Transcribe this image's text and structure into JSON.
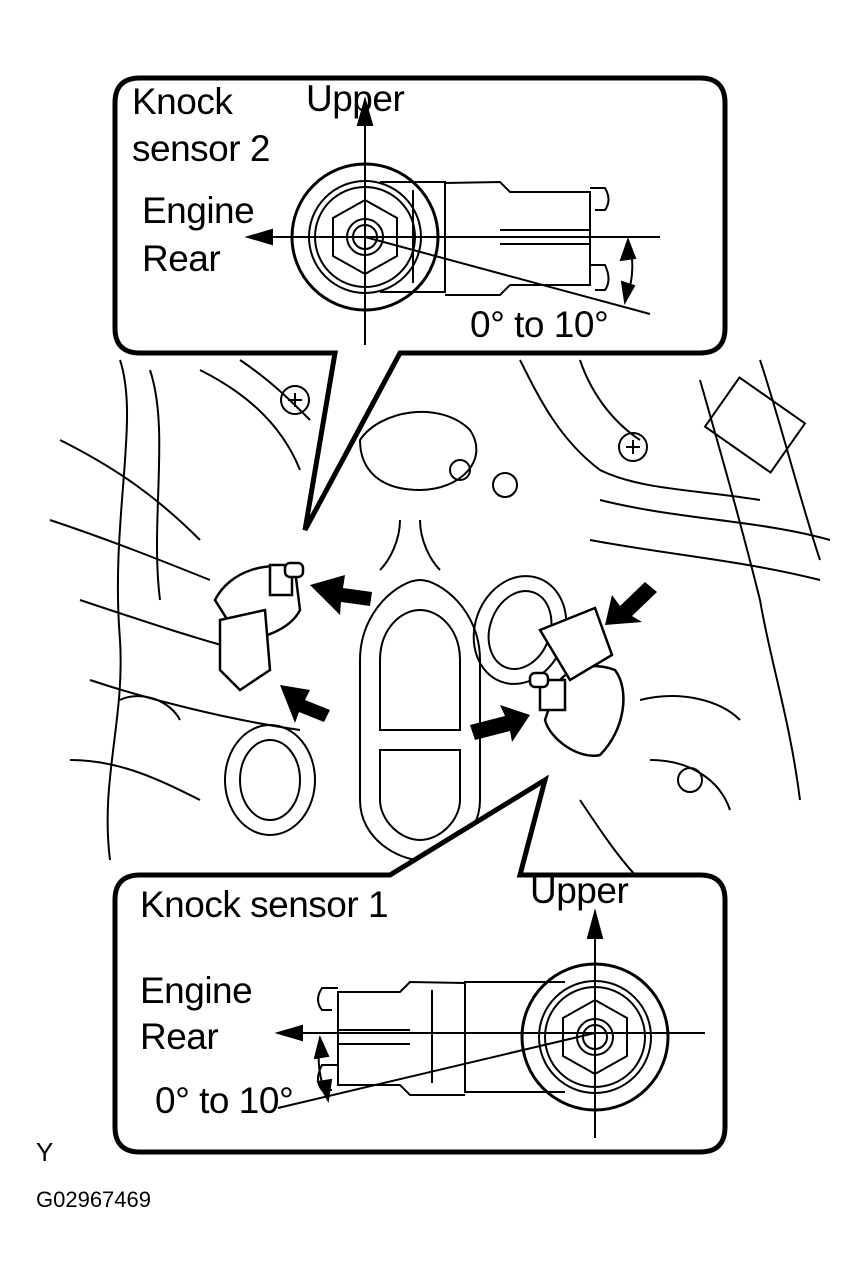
{
  "diagram": {
    "callout_top": {
      "title_line1": "Knock",
      "title_line2": "sensor 2",
      "upper_label": "Upper",
      "direction_line1": "Engine",
      "direction_line2": "Rear",
      "angle_label": "0° to 10°"
    },
    "callout_bottom": {
      "title": "Knock sensor 1",
      "upper_label": "Upper",
      "direction_line1": "Engine",
      "direction_line2": "Rear",
      "angle_label": "0° to 10°"
    },
    "view_marker": "Y",
    "figure_id": "G02967469"
  }
}
